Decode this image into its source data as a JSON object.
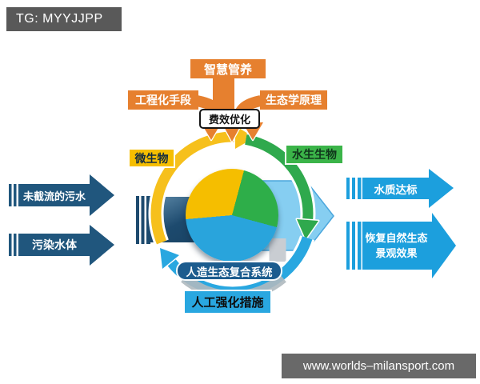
{
  "watermarks": {
    "tg_label": "TG: MYYJJPP",
    "website": "www.worlds–milansport.com"
  },
  "inputs_top": {
    "smart_management": "智慧管养",
    "engineering_means": "工程化手段",
    "ecology_principles": "生态学原理",
    "cost_benefit_optimization": "费效优化"
  },
  "cycle": {
    "microorganisms": "微生物",
    "aquatic_organisms": "水生生物",
    "artificial_ecosystem": "人造生态复合系统",
    "artificial_measures": "人工强化措施"
  },
  "left_arrows": [
    {
      "label": "未截流的污水"
    },
    {
      "label": "污染水体"
    }
  ],
  "right_arrows": [
    {
      "label": "水质达标"
    },
    {
      "label_line1": "恢复自然生态",
      "label_line2": "景观效果"
    }
  ],
  "pie": {
    "segments": [
      {
        "name": "yellow",
        "hex": "#F5BE00",
        "fraction": 0.31
      },
      {
        "name": "green",
        "hex": "#2EAE49",
        "fraction": 0.25
      },
      {
        "name": "blue",
        "hex": "#29A4DC",
        "fraction": 0.44
      }
    ]
  },
  "colors": {
    "orange": "#E6802F",
    "yellow": "#F5BE00",
    "green": "#3BB449",
    "cyan": "#29A7E0",
    "navy_dark": "#20567D",
    "band_navy": "#1D4A6E",
    "bright_blue": "#1C9FDD",
    "light_blue_arrow": "#86CEF1",
    "navy_label": "#1C5C8E",
    "gray_chip": "#595959",
    "gray_footer": "#696969"
  }
}
